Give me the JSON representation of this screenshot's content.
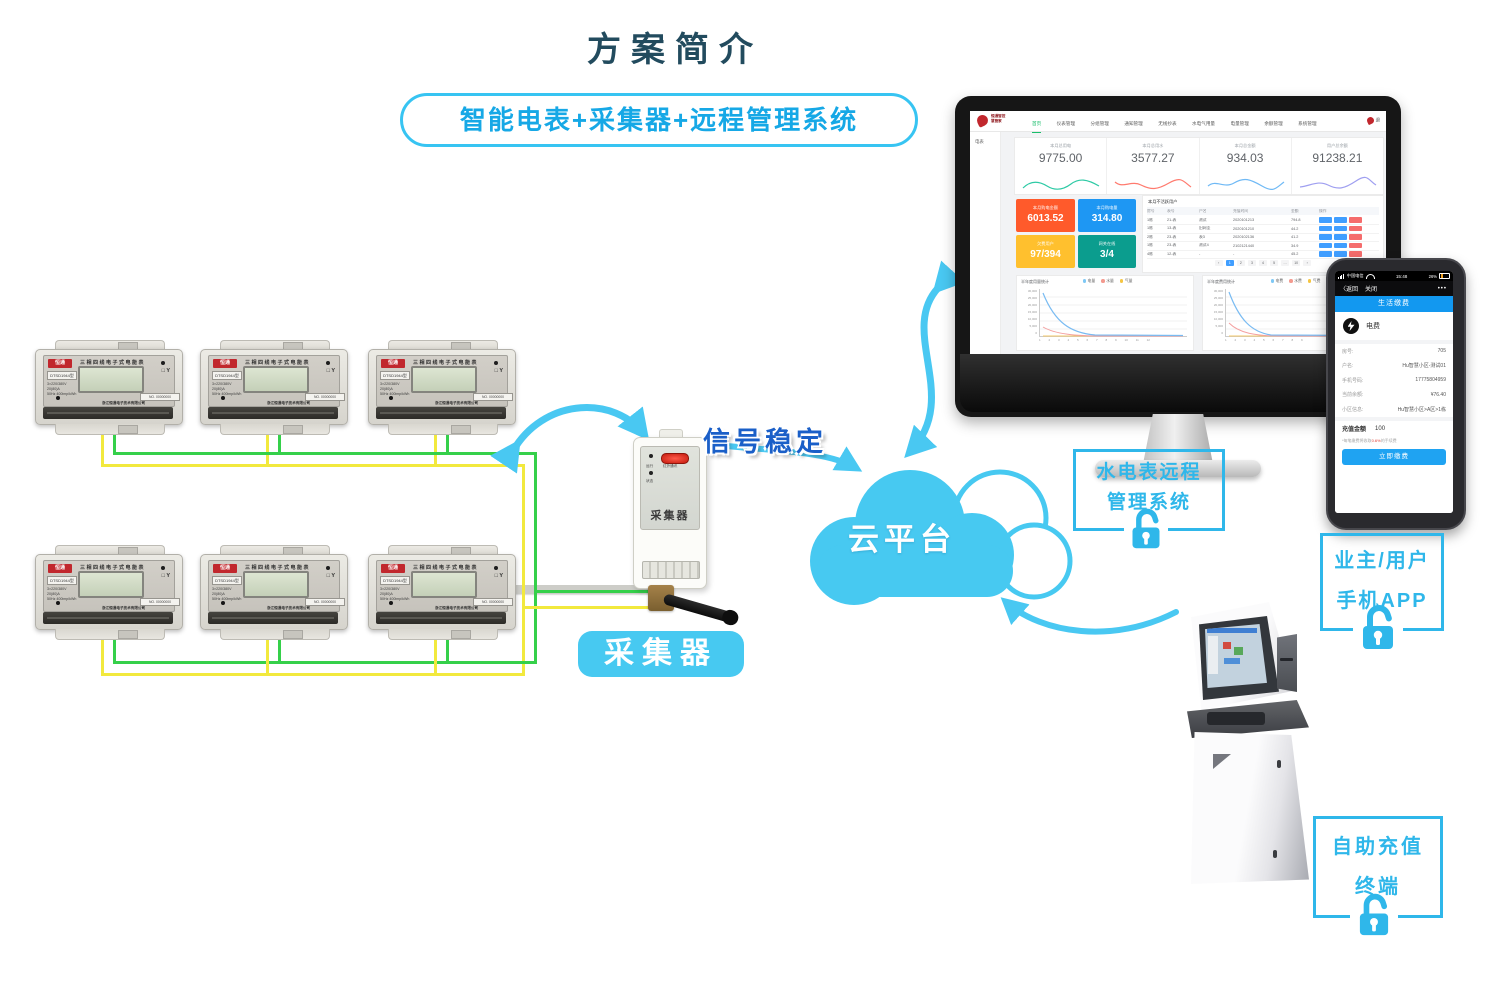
{
  "page_title": "方案简介",
  "subtitle_pill": "智能电表+采集器+远程管理系统",
  "signal_label": "信号稳定",
  "cloud": {
    "label": "云平台"
  },
  "collector": {
    "run_led": "运行",
    "status_led": "状态",
    "ir_label": "红外通讯",
    "panel_name": "采集器",
    "caption": "采集器"
  },
  "meters": {
    "positions": [
      [
        35,
        340
      ],
      [
        200,
        340
      ],
      [
        368,
        340
      ],
      [
        35,
        545
      ],
      [
        200,
        545
      ],
      [
        368,
        545
      ]
    ],
    "brand": "恒通",
    "face_title": "三相四线电子式电能表",
    "model": "DTSD1944型",
    "specs": "3×220/380V 20(80)A\n50Hz 400imp/kWh",
    "no": "NO. 00000000",
    "company": "浙江恒通电子技术有限公司",
    "symbols": "□ Y"
  },
  "callouts": {
    "management_line1": "水电表远程",
    "management_line2": "管理系统",
    "app_line1": "业主/用户",
    "app_line2": "手机APP",
    "kiosk_line1": "自助充值",
    "kiosk_line2": "终端"
  },
  "dashboard": {
    "logo": "恒通智控\n慧管家",
    "nav": [
      "首页",
      "仪表管理",
      "分组管理",
      "通知管理",
      "无线抄表",
      "水电气用量",
      "电量管理",
      "余额管理",
      "系统管理"
    ],
    "nav_right": "退",
    "sidebar_item": "电表",
    "stats": [
      {
        "label": "本月总用电",
        "value": "9775.00"
      },
      {
        "label": "本月总用水",
        "value": "3577.27"
      },
      {
        "label": "本月总金额",
        "value": "934.03"
      },
      {
        "label": "用户总余额",
        "value": "91238.21"
      }
    ],
    "tiles": [
      {
        "label": "本月购电金额",
        "value": "6013.52"
      },
      {
        "label": "本月购电量",
        "value": "314.80"
      },
      {
        "label": "欠费用户",
        "value": "97/394"
      },
      {
        "label": "网关在线",
        "value": "3/4"
      }
    ],
    "table": {
      "title": "本月不活跃用户",
      "headers": [
        "房号",
        "表号",
        "户名",
        "充值时间",
        "金额",
        "操作"
      ],
      "rows": [
        [
          "1栋",
          "21-表",
          "测试",
          "2020101213",
          "794.8"
        ],
        [
          "1栋",
          "13-表",
          "旧网圭",
          "2020101210",
          "44.2"
        ],
        [
          "2栋",
          "23-表",
          "表3",
          "2020102136",
          "41.2"
        ],
        [
          "1栋",
          "23-表",
          "测试4",
          "2102121440",
          "34.9"
        ],
        [
          "4栋",
          "12-表",
          "-",
          "-",
          "45.2"
        ]
      ],
      "pagination": [
        "‹",
        "1",
        "2",
        "3",
        "4",
        "5",
        "…",
        "10",
        "›"
      ]
    },
    "charts": [
      {
        "title": "半年度用量统计",
        "legend": [
          "电量",
          "水量",
          "气量"
        ],
        "y_axis": "30,000\n25,000\n20,000\n15,000\n10,000\n5,000\n0",
        "x_axis": "1 2 3 4 5 6 7 8 9 10 11 12"
      },
      {
        "title": "半年度费用统计",
        "legend": [
          "电费",
          "水费",
          "气费"
        ],
        "y_axis": "30,000\n25,000\n20,000\n15,000\n10,000\n5,000\n0",
        "x_axis": "1 2 3 4 5 6 7 8 9"
      }
    ]
  },
  "phone": {
    "carrier": "中国电信",
    "time": "15:48",
    "battery": "26%",
    "back": "〈返回",
    "close": "关闭",
    "more": "•••",
    "banner": "生活缴费",
    "service": "电费",
    "fields": [
      {
        "label": "房号:",
        "value": "705"
      },
      {
        "label": "户名:",
        "value": "Hu智慧小区-测试01"
      },
      {
        "label": "手机号码:",
        "value": "17775804959"
      },
      {
        "label": "当前余额:",
        "value": "¥76.40"
      },
      {
        "label": "小区信息:",
        "value": "Hu智慧小区>A区>1栋"
      }
    ],
    "recharge_label": "充值金额",
    "recharge_value": "100",
    "note_prefix": "*每笔缴费将收取",
    "note_percent": "0.6%",
    "note_suffix": "的手续费",
    "pay_button": "立即缴费"
  },
  "icons": {
    "padlock": "unlocked-padlock",
    "service": "lightning-bolt",
    "wifi": "wifi-signal",
    "battery": "battery-26-percent",
    "signal": "cell-signal-bars"
  },
  "colors": {
    "accent_cyan": "#47c9f1",
    "label_cyan": "#2fb7ea",
    "deep_blue": "#1a5fc8",
    "title_color": "#224b5e",
    "wire_green": "#35d04a",
    "wire_yellow": "#f2e93d",
    "tile_orange": "#ff5a2b",
    "tile_blue": "#1e97f3",
    "tile_yellow": "#ffc02e",
    "tile_teal": "#0b9d8e",
    "phone_blue": "#1298f0",
    "nav_active_green": "#19be6b"
  }
}
